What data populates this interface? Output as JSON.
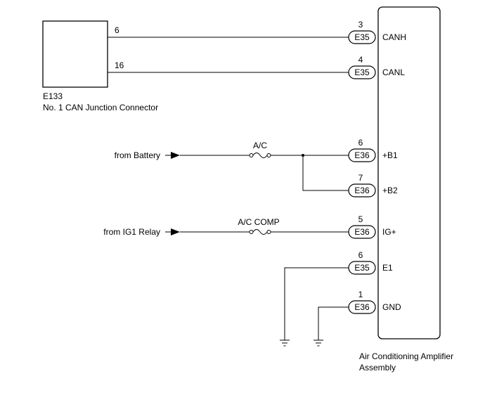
{
  "junction": {
    "code": "E133",
    "name": "No. 1 CAN Junction Connector",
    "pins": [
      "6",
      "16"
    ]
  },
  "amplifier": {
    "name_line1": "Air Conditioning Amplifier",
    "name_line2": "Assembly"
  },
  "sources": {
    "battery": "from Battery",
    "ig1": "from IG1 Relay"
  },
  "fuses": {
    "ac": "A/C",
    "ac_comp": "A/C COMP"
  },
  "terminals": [
    {
      "pin": "3",
      "connector": "E35",
      "signal": "CANH"
    },
    {
      "pin": "4",
      "connector": "E35",
      "signal": "CANL"
    },
    {
      "pin": "6",
      "connector": "E36",
      "signal": "+B1"
    },
    {
      "pin": "7",
      "connector": "E36",
      "signal": "+B2"
    },
    {
      "pin": "5",
      "connector": "E36",
      "signal": "IG+"
    },
    {
      "pin": "6",
      "connector": "E35",
      "signal": "E1"
    },
    {
      "pin": "1",
      "connector": "E36",
      "signal": "GND"
    }
  ]
}
